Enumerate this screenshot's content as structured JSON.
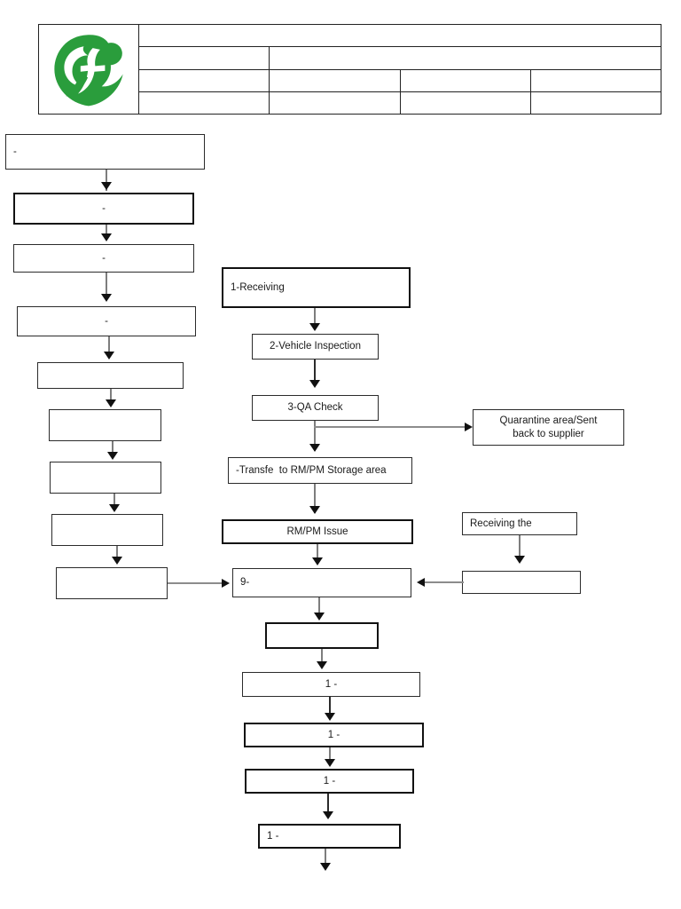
{
  "document": {
    "title": "RM/PM Receiving and Issue Process Flowchart",
    "accent_color": "#2a9d3c",
    "line_color": "#7d7d7d",
    "box_border_color": "#2b2b2b"
  },
  "header_table": {
    "logo": {
      "icon": "company-leaf-f-logo",
      "color": "#2a9d3c"
    },
    "rows": [
      {
        "cells": [
          ""
        ]
      },
      {
        "cells": [
          "",
          ""
        ]
      },
      {
        "cells": [
          "",
          "",
          "",
          ""
        ]
      },
      {
        "cells": [
          "",
          "",
          "",
          ""
        ]
      }
    ]
  },
  "flowchart": {
    "left_column": [
      {
        "id": "L1",
        "label": "-",
        "align": "left",
        "bold": false
      },
      {
        "id": "L2",
        "label": "-",
        "align": "center",
        "bold": true
      },
      {
        "id": "L3",
        "label": "-",
        "align": "center",
        "bold": false
      },
      {
        "id": "L4",
        "label": "-",
        "align": "center",
        "bold": false
      },
      {
        "id": "L5",
        "label": "",
        "align": "center",
        "bold": false
      },
      {
        "id": "L6",
        "label": "",
        "align": "center",
        "bold": false
      },
      {
        "id": "L7",
        "label": "",
        "align": "center",
        "bold": false
      },
      {
        "id": "L8",
        "label": "",
        "align": "center",
        "bold": false
      },
      {
        "id": "L9",
        "label": "",
        "align": "center",
        "bold": false
      }
    ],
    "center_column": [
      {
        "id": "C1",
        "label": "1-Receiving",
        "align": "left",
        "bold": true
      },
      {
        "id": "C2",
        "label": "2-Vehicle Inspection",
        "align": "center",
        "bold": false
      },
      {
        "id": "C3",
        "label": "3-QA Check",
        "align": "center",
        "bold": false
      },
      {
        "id": "C4",
        "label": "-Transfe  to RM/PM Storage area",
        "align": "left",
        "bold": false
      },
      {
        "id": "C5",
        "label": "RM/PM Issue",
        "align": "center",
        "bold": true
      },
      {
        "id": "C6",
        "label": "9-",
        "align": "left",
        "bold": false
      },
      {
        "id": "C7",
        "label": "",
        "align": "center",
        "bold": true
      },
      {
        "id": "C8",
        "label": "1 -",
        "align": "center",
        "bold": false
      },
      {
        "id": "C9",
        "label": "1 -",
        "align": "center",
        "bold": true
      },
      {
        "id": "C10",
        "label": "1 -",
        "align": "center",
        "bold": true
      },
      {
        "id": "C11",
        "label": "1 -",
        "align": "left",
        "bold": true
      }
    ],
    "right_column": [
      {
        "id": "R1",
        "label": "Quarantine area/Sent\nback to supplier",
        "align": "center",
        "bold": false
      },
      {
        "id": "R2",
        "label": "Receiving the",
        "align": "left",
        "bold": false
      },
      {
        "id": "R3",
        "label": "",
        "align": "center",
        "bold": false
      }
    ]
  }
}
